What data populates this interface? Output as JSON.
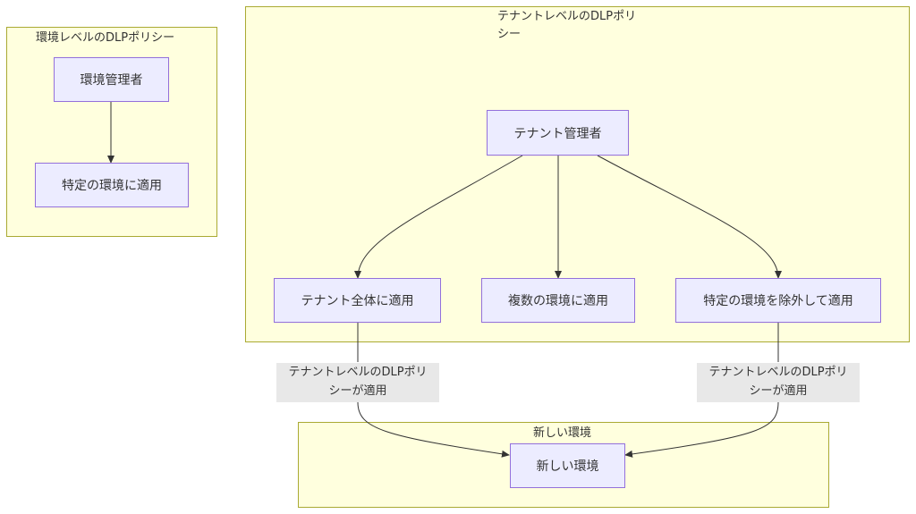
{
  "clusters": {
    "env_policy": {
      "title": "環境レベルのDLPポリシー"
    },
    "tenant_policy": {
      "title_line1": "テナントレベルのDLPポリ",
      "title_line2": "シー"
    },
    "new_env": {
      "title": "新しい環境"
    }
  },
  "nodes": {
    "env_admin": "環境管理者",
    "apply_specific_env": "特定の環境に適用",
    "tenant_admin": "テナント管理者",
    "apply_tenant_wide": "テナント全体に適用",
    "apply_multiple_envs": "複数の環境に適用",
    "apply_excluding_envs": "特定の環境を除外して適用",
    "new_env": "新しい環境"
  },
  "edge_labels": {
    "left_line1": "テナントレベルのDLPポリ",
    "left_line2": "シーが適用",
    "right_line1": "テナントレベルのDLPポリ",
    "right_line2": "シーが適用"
  },
  "colors": {
    "cluster_fill": "#ffffde",
    "cluster_stroke": "#aaaa33",
    "node_fill": "#ececff",
    "node_stroke": "#9370db",
    "edge": "#333333",
    "edge_label_bg": "#e8e8e8"
  }
}
